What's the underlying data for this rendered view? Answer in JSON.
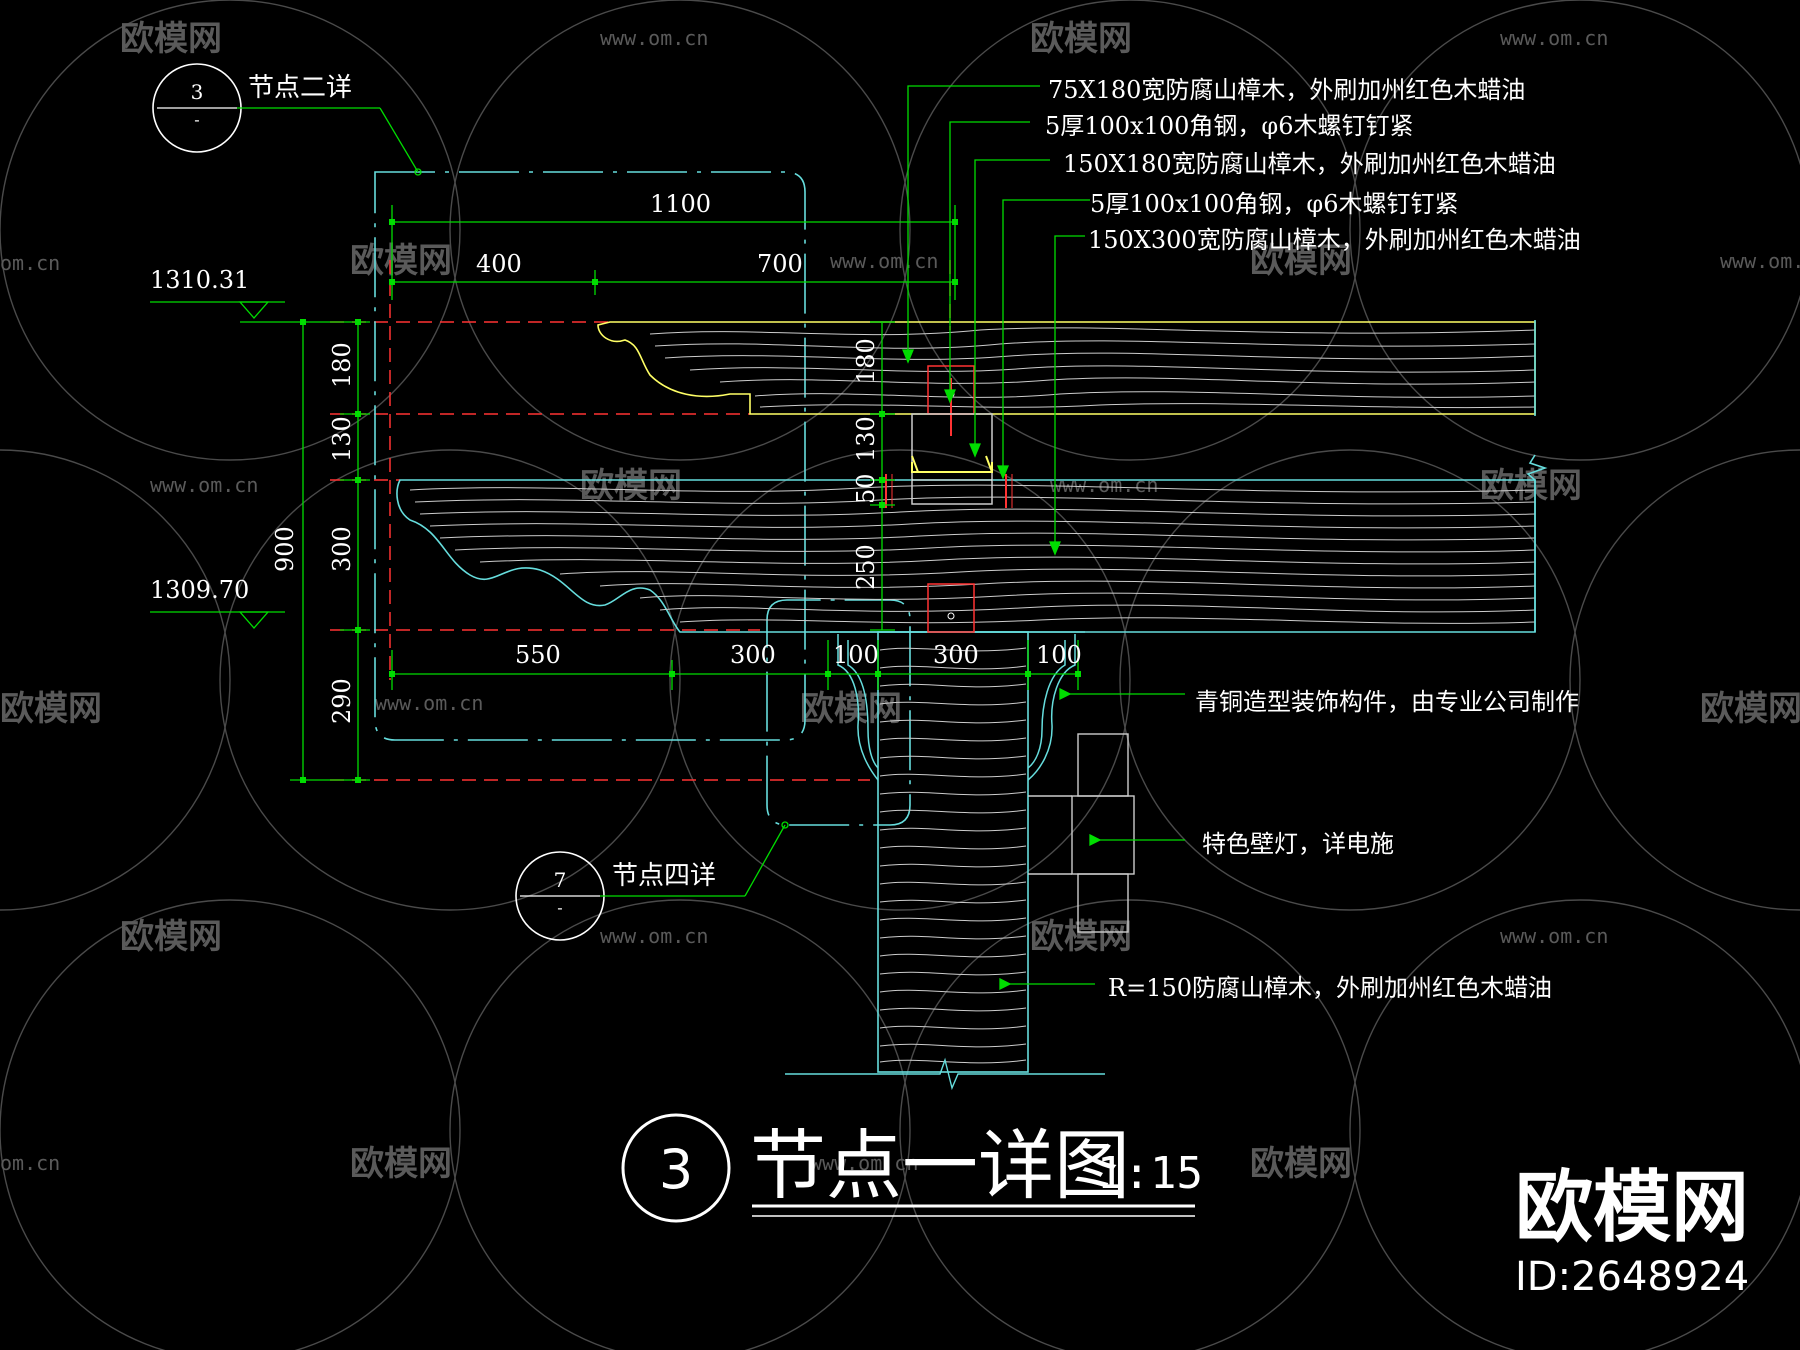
{
  "drawing": {
    "title_circle_number": "3",
    "title_text": "节点一详图",
    "scale": "1:15"
  },
  "callouts": {
    "node2": {
      "number": "3",
      "sub": "-",
      "label": "节点二详"
    },
    "node4": {
      "number": "7",
      "sub": "-",
      "label": "节点四详"
    }
  },
  "elevations": {
    "top": "1310.31",
    "bottom": "1309.70"
  },
  "dimensions": {
    "top_total": "1100",
    "top_left": "400",
    "top_right": "700",
    "bottom_550": "550",
    "bottom_300a": "300",
    "bottom_100a": "100",
    "bottom_300b": "300",
    "bottom_100b": "100",
    "vert_total": "900",
    "vert_180": "180",
    "vert_130": "130",
    "vert_300": "300",
    "vert_290": "290",
    "mid_180": "180",
    "mid_130": "130",
    "mid_50": "50",
    "mid_250": "250"
  },
  "notes": [
    "75X180宽防腐山樟木，外刷加州红色木蜡油",
    "5厚100x100角钢，φ6木螺钉钉紧",
    "150X180宽防腐山樟木，外刷加州红色木蜡油",
    "5厚100x100角钢，φ6木螺钉钉紧",
    "150X300宽防腐山樟木，外刷加州红色木蜡油",
    "青铜造型装饰构件，由专业公司制作",
    "特色壁灯，详电施",
    "R=150防腐山樟木，外刷加州红色木蜡油"
  ],
  "watermark": {
    "brand": "欧模网",
    "site": "www.om.cn",
    "site_short": "om.cn",
    "id": "ID:2648924"
  },
  "colors": {
    "background": "#000000",
    "dim_green": "#00ff00",
    "wood_white": "#dddddd",
    "yellow": "#ffff66",
    "cyan": "#66dddd",
    "red": "#ff3333",
    "note_white": "#ffffff"
  }
}
